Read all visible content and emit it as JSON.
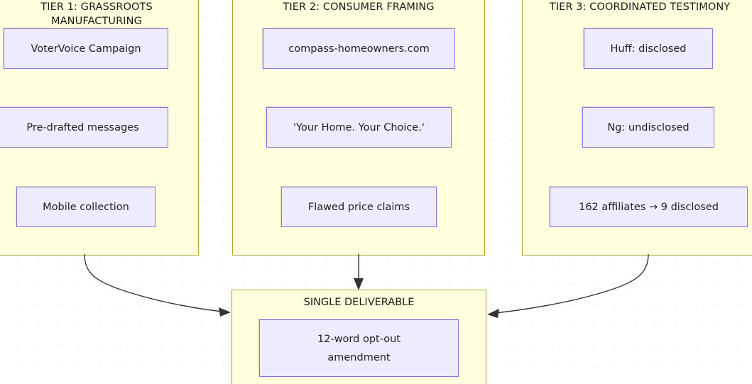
{
  "diagram": {
    "type": "flowchart",
    "background": "#ffffff",
    "grid": "dotted",
    "cluster_fill": "#ffffde",
    "cluster_border": "#aaaa33",
    "node_fill": "#ececfe",
    "node_border": "#9370db",
    "edge_color": "#333333",
    "clusters": [
      {
        "id": "tier1",
        "title": "TIER 1: GRASSROOTS MANUFACTURING",
        "nodes": [
          {
            "id": "t1n1",
            "label": "VoterVoice Campaign"
          },
          {
            "id": "t1n2",
            "label": "Pre-drafted messages"
          },
          {
            "id": "t1n3",
            "label": "Mobile collection"
          }
        ]
      },
      {
        "id": "tier2",
        "title": "TIER 2: CONSUMER FRAMING",
        "nodes": [
          {
            "id": "t2n1",
            "label": "compass-homeowners.com"
          },
          {
            "id": "t2n2",
            "label": "'Your Home. Your Choice.'"
          },
          {
            "id": "t2n3",
            "label": "Flawed price claims"
          }
        ]
      },
      {
        "id": "tier3",
        "title": "TIER 3: COORDINATED TESTIMONY",
        "nodes": [
          {
            "id": "t3n1",
            "label": "Huff: disclosed"
          },
          {
            "id": "t3n2",
            "label": "Ng: undisclosed"
          },
          {
            "id": "t3n3",
            "label": "162 affiliates → 9 disclosed"
          }
        ]
      },
      {
        "id": "deliverable",
        "title": "SINGLE DELIVERABLE",
        "nodes": [
          {
            "id": "dn1",
            "label_line1": "12-word opt-out",
            "label_line2": "amendment"
          }
        ]
      }
    ],
    "edges": [
      {
        "id": "e1",
        "from": "tier1",
        "to": "deliverable",
        "style": "curved",
        "arrow": "end"
      },
      {
        "id": "e2",
        "from": "tier2",
        "to": "deliverable",
        "style": "straight",
        "arrow": "end"
      },
      {
        "id": "e3",
        "from": "tier3",
        "to": "deliverable",
        "style": "curved",
        "arrow": "end"
      }
    ]
  }
}
